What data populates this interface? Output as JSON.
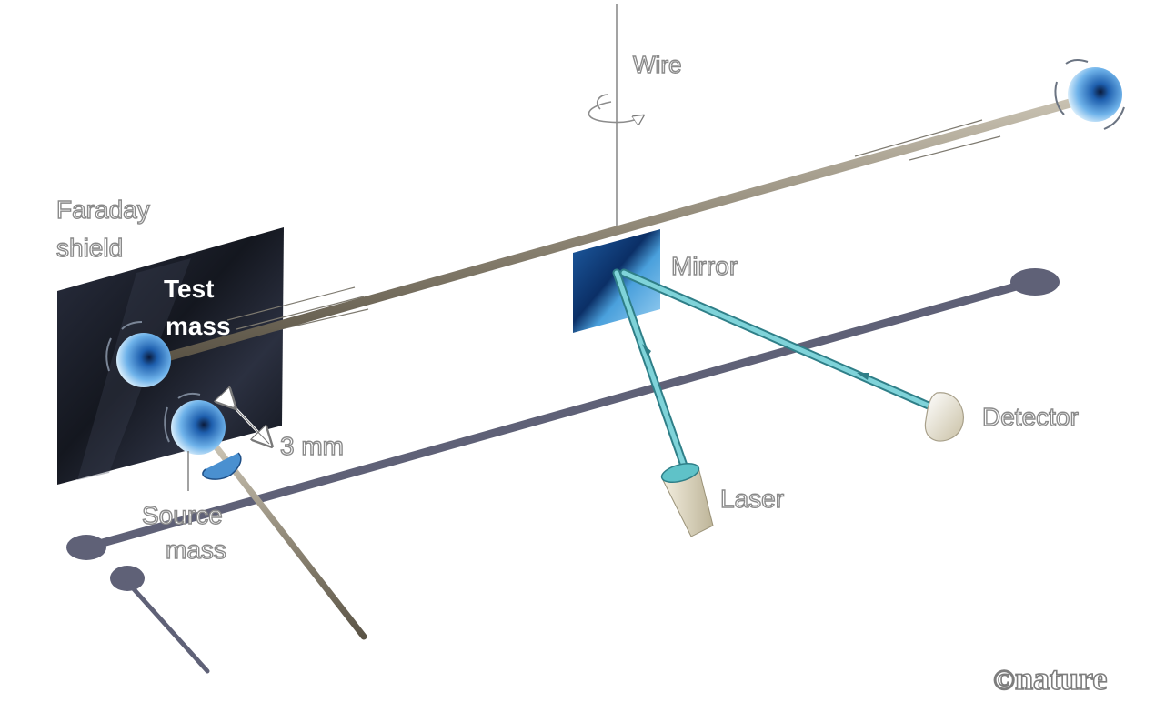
{
  "labels": {
    "wire": "Wire",
    "faraday_line1": "Faraday",
    "faraday_line2": "shield",
    "test_line1": "Test",
    "test_line2": "mass",
    "mirror": "Mirror",
    "detector": "Detector",
    "laser": "Laser",
    "distance": "3 mm",
    "source_line1": "Source",
    "source_line2": "mass"
  },
  "logo": {
    "symbol": "©",
    "text": "nature"
  },
  "colors": {
    "shield": "#1d2230",
    "beam": "#6fc8cf",
    "mirror": "#2d78b8",
    "shadow": "#5f6177",
    "rod": "#9a9282",
    "mass": "#3d8fd6"
  }
}
